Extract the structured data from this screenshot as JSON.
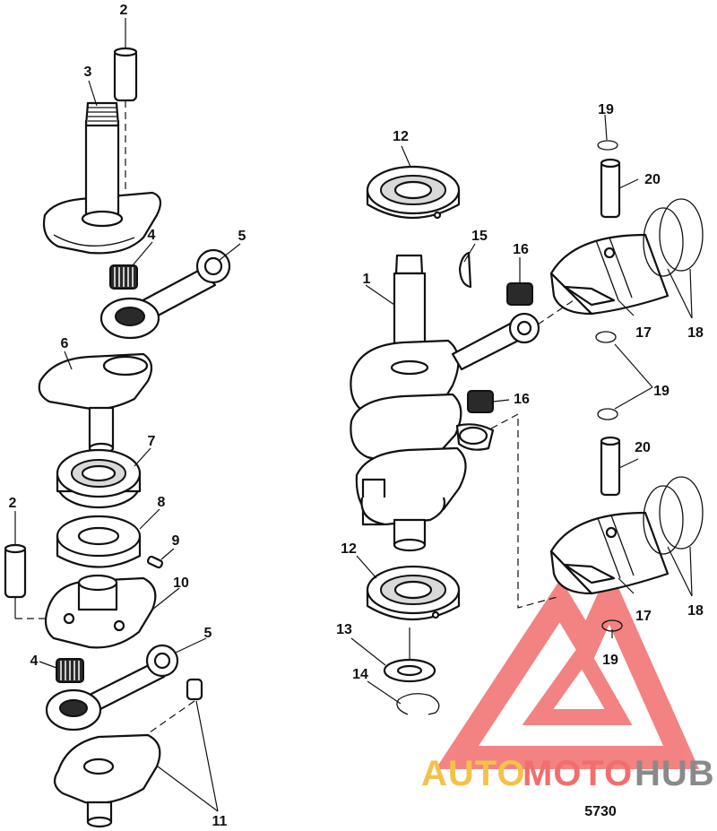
{
  "figure_number": "5730",
  "callouts": {
    "c1": "1",
    "c2a": "2",
    "c2b": "2",
    "c3": "3",
    "c4a": "4",
    "c4b": "4",
    "c5a": "5",
    "c5b": "5",
    "c6": "6",
    "c7": "7",
    "c8": "8",
    "c9": "9",
    "c10": "10",
    "c11": "11",
    "c12a": "12",
    "c12b": "12",
    "c13": "13",
    "c14": "14",
    "c15": "15",
    "c16a": "16",
    "c16b": "16",
    "c17a": "17",
    "c17b": "17",
    "c18a": "18",
    "c18b": "18",
    "c19a": "19",
    "c19b": "19",
    "c19c": "19",
    "c20a": "20",
    "c20b": "20"
  },
  "watermark": {
    "part1": "AUTO",
    "part2": "MOTO",
    "part3": "HUB"
  },
  "colors": {
    "line": "#111111",
    "watermark_red": "#f26d6d",
    "watermark_yellow": "#f2c24a",
    "watermark_grey": "#8a8a8a"
  }
}
